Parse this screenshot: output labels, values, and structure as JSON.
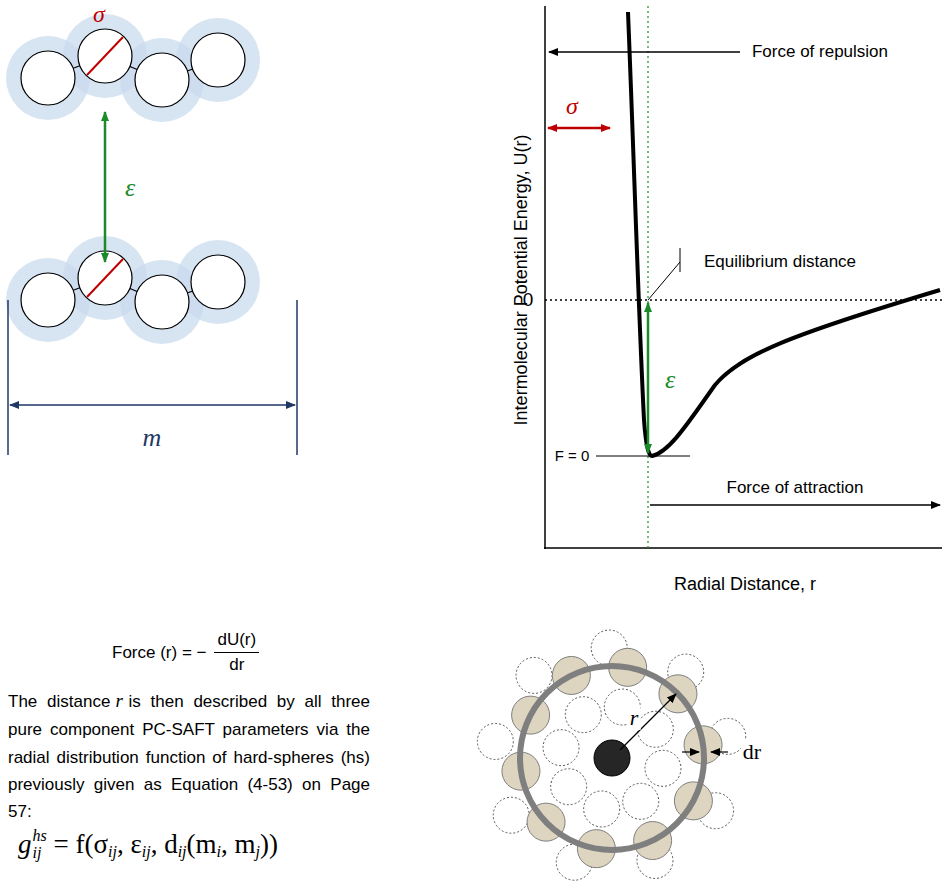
{
  "diagram": {
    "labels": [
      "σ",
      "ε",
      "m",
      "Intermolecular Potential Energy, U(r)",
      "Force of repulsion",
      "σ",
      "Equilibrium distance",
      "0",
      "ε",
      "F = 0",
      "Force of attraction",
      "Radial Distance, r",
      "Force (r) = −",
      "dU(r)",
      "dr",
      "The distance",
      "r",
      "is then described by all three pure component PC-SAFT parameters via the radial distribution function of hard-spheres (hs) previously given as Equation (4-53) on Page 57:",
      "g",
      "hs",
      "ij",
      " = f(σ",
      "ij",
      ", ε",
      "ij",
      ", d",
      "ij",
      "(m",
      "i",
      ", m",
      "j",
      "))",
      "r",
      "dr"
    ]
  }
}
